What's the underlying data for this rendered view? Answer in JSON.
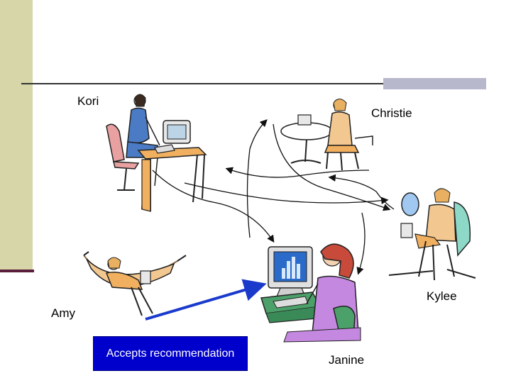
{
  "people": {
    "kori": "Kori",
    "christie": "Christie",
    "kylee": "Kylee",
    "amy": "Amy",
    "janine": "Janine"
  },
  "callout": {
    "label": "Accepts recommendation"
  },
  "colors": {
    "sidebar": "#d6d6a8",
    "callout_bg": "#0000cc",
    "arrow_blue": "#1a3acc",
    "rule_block": "#b8b8cc"
  }
}
